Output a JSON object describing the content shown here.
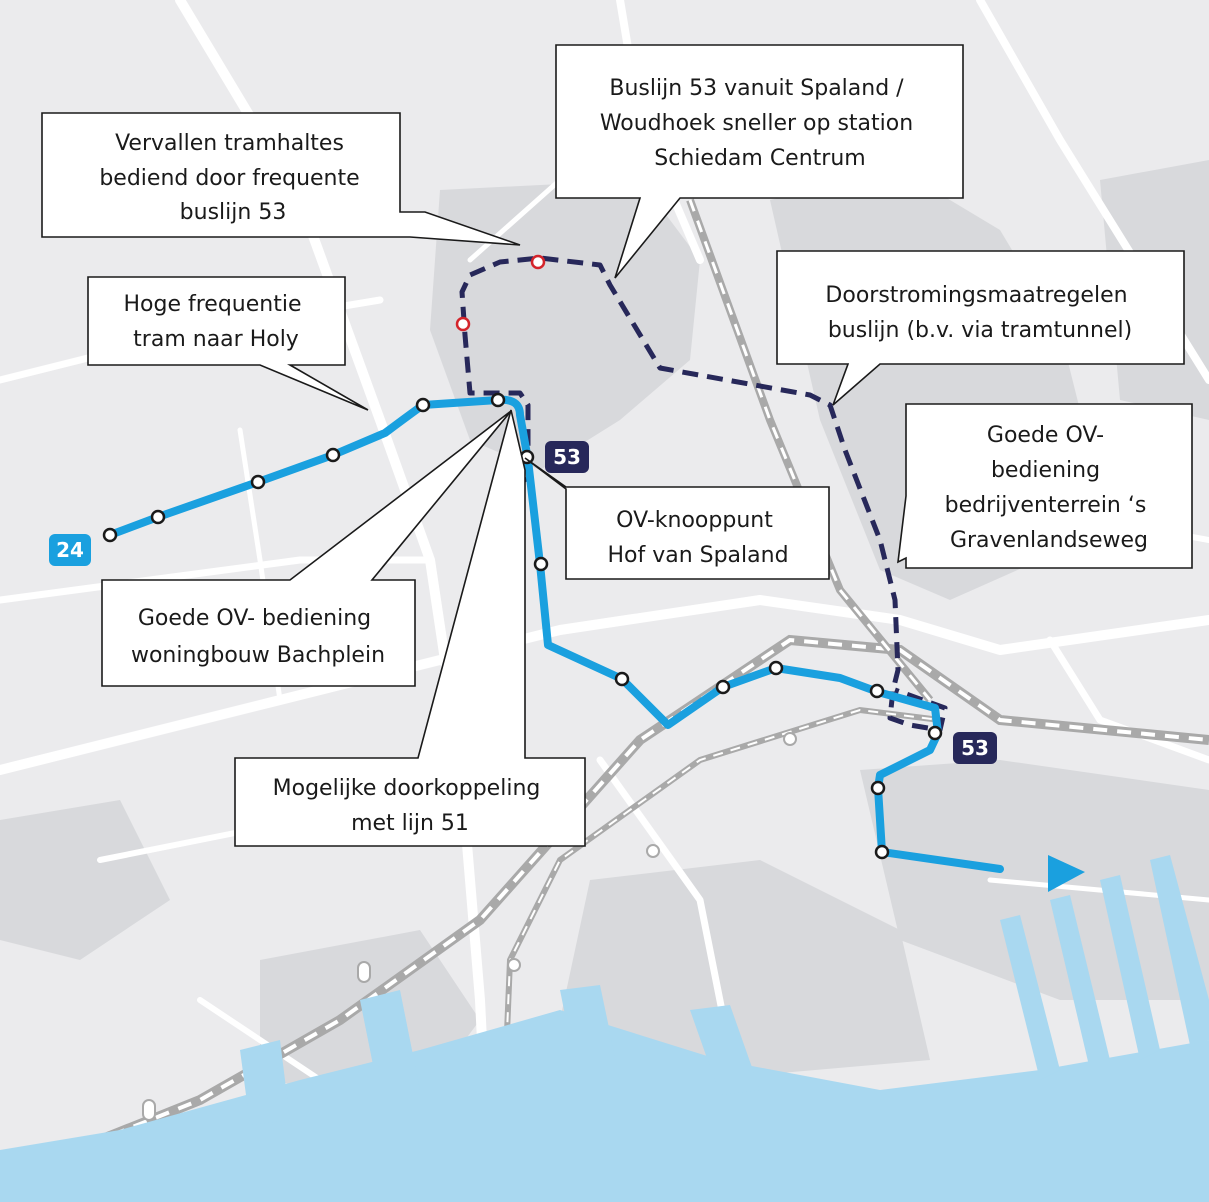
{
  "colors": {
    "background": "#ebebed",
    "land_dark": "#d8d9dc",
    "road": "#ffffff",
    "water": "#a9d8f0",
    "tram": "#1aa0df",
    "bus": "#27285a",
    "stop_fill": "#ffffff",
    "stop_stroke": "#1a1a1a",
    "removed_stop": "#d4242b",
    "rail": "#a9a9a9"
  },
  "lines": {
    "tram_label": "24",
    "bus_label_top": "53",
    "bus_label_bottom": "53"
  },
  "callouts": {
    "removed_stops": [
      "Vervallen tramhaltes",
      "bediend door frequente",
      "buslijn 53"
    ],
    "bus53_faster": [
      "Buslijn 53 vanuit Spaland /",
      "Woudhoek sneller op station",
      "Schiedam Centrum"
    ],
    "high_frequency": [
      "Hoge frequentie",
      "tram naar Holy"
    ],
    "throughflow": [
      "Doorstromingsmaatregelen",
      "buslijn (b.v. via tramtunnel)"
    ],
    "business_park": [
      "Goede OV-",
      "bediening",
      "bedrijventerrein ‘s",
      "Gravenlandseweg"
    ],
    "hub": [
      "OV-knooppunt",
      "Hof van Spaland"
    ],
    "bachplein": [
      "Goede OV- bediening",
      "woningbouw Bachplein"
    ],
    "line51": [
      "Mogelijke doorkoppeling",
      "met lijn 51"
    ]
  }
}
